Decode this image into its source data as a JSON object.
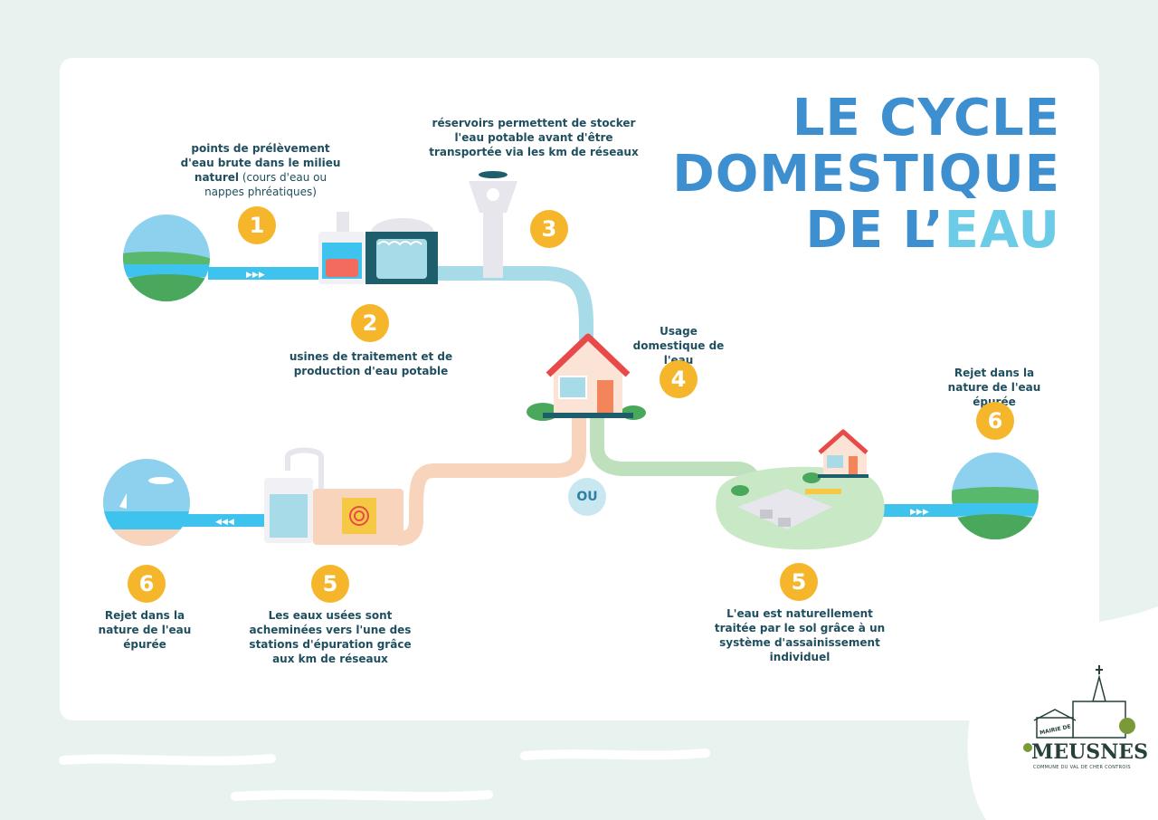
{
  "title": {
    "line1": "LE CYCLE",
    "line2": "DOMESTIQUE",
    "line3a": "DE L’",
    "line3b": "EAU"
  },
  "steps": {
    "s1": {
      "num": "1",
      "text_bold": "points de prélèvement d'eau brute dans le milieu naturel",
      "text_light": "(cours d'eau ou nappes phréatiques)"
    },
    "s2": {
      "num": "2",
      "text": "usines de traitement et de production d'eau potable"
    },
    "s3": {
      "num": "3",
      "text": "réservoirs permettent de stocker l'eau potable avant d'être transportée via les   km de réseaux"
    },
    "s4": {
      "num": "4",
      "text": "Usage domestique de l'eau"
    },
    "s5a": {
      "num": "5",
      "text": "Les eaux usées sont acheminées vers l'une des  stations d'épuration grâce aux   km de réseaux"
    },
    "s5b": {
      "num": "5",
      "text": "L'eau est naturellement traitée par le sol grâce à un système d'assainissement individuel"
    },
    "s6a": {
      "num": "6",
      "text": "Rejet dans la nature de l'eau épurée"
    },
    "s6b": {
      "num": "6",
      "text": "Rejet dans la nature de l'eau épurée"
    }
  },
  "ou": "OU",
  "logo": {
    "mairie": "MAIRIE DE",
    "name": "MEUSNES",
    "sub": "COMMUNE DU VAL DE CHER CONTROIS"
  },
  "colors": {
    "title": "#3d8fd0",
    "accent": "#6ccbe6",
    "badge": "#f6b62b",
    "pipe_clean": "#a7dbe8",
    "pipe_waste": "#f9d4bd",
    "pipe_green": "#bfe0bd",
    "text": "#1f4e5f"
  }
}
